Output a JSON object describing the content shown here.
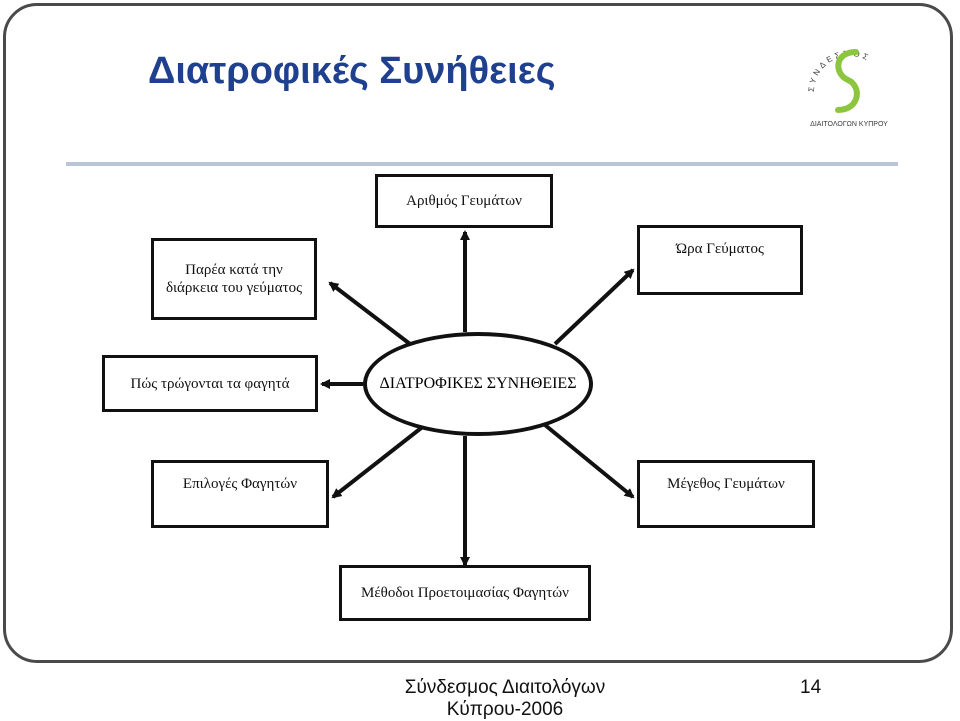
{
  "slide": {
    "title": "Διατροφικές Συνήθειες",
    "footer": "Σύνδεσμος Διαιτολόγων Κύπρου-2006",
    "page_number": "14"
  },
  "logo": {
    "ring_text": "ΣΥΝΔΕΣΜΟΣ",
    "bottom_text": "ΔΙΑΙΤΟΛΟΓΩΝ ΚΥΠΡΟΥ",
    "accent_color": "#8cc63f"
  },
  "diagram": {
    "center": "ΔΙΑΤΡΟΦΙΚΕΣ ΣΥΝΗΘΕΙΕΣ",
    "nodes": {
      "top": "Αριθμός Γευμάτων",
      "upper_left": "Παρέα κατά την διάρκεια του γεύματος",
      "upper_right": "Ώρα Γεύματος",
      "left": "Πώς τρώγονται τα φαγητά",
      "lower_left": "Επιλογές Φαγητών",
      "lower_right": "Μέγεθος Γευμάτων",
      "bottom": "Μέθοδοι Προετοιμασίας Φαγητών"
    }
  },
  "colors": {
    "title": "#1f3f8f",
    "rule": "#b8c6d8",
    "frame": "#4a4a4a"
  }
}
